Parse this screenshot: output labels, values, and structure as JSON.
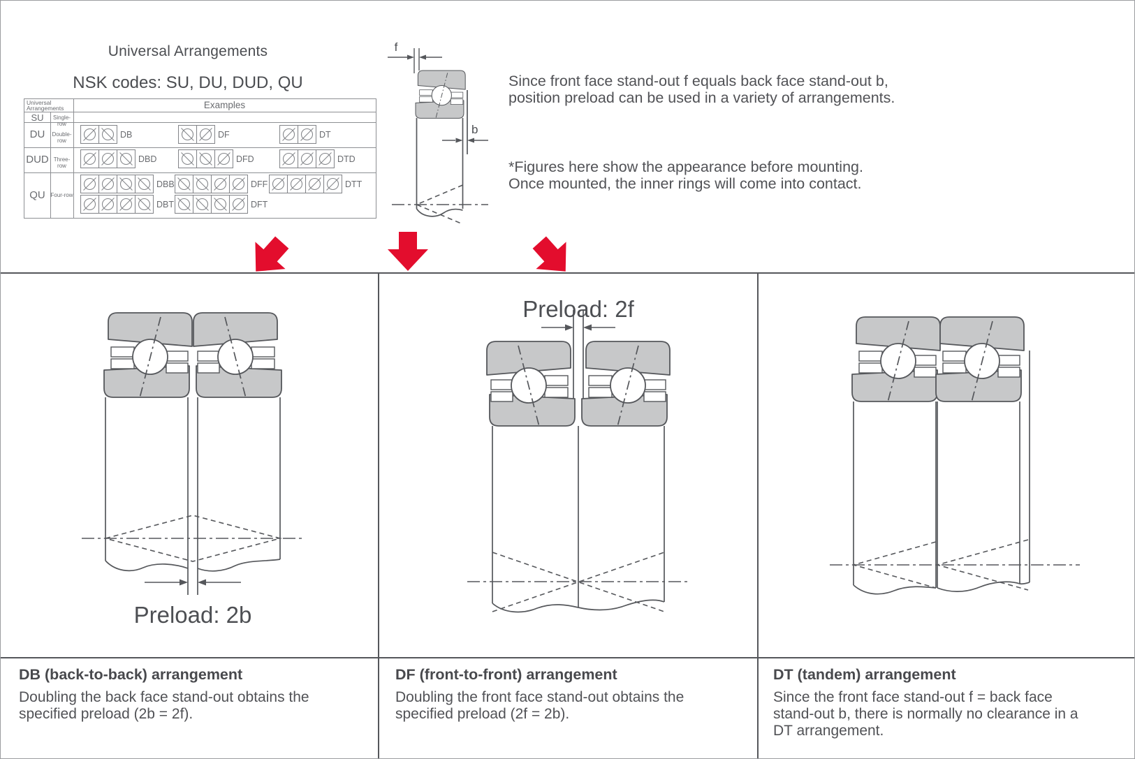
{
  "page": {
    "title": "Universal Arrangements",
    "subtitle": "NSK codes: SU, DU, DUD, QU"
  },
  "arrangement_table": {
    "corner": {
      "line1": "Universal",
      "line2": "Arrangements"
    },
    "examples_header": "Examples",
    "rows": {
      "su": {
        "code": "SU",
        "type": "Single-row"
      },
      "du": {
        "code": "DU",
        "type": "Double-row"
      },
      "dud": {
        "code": "DUD",
        "type": "Three-row"
      },
      "qu": {
        "code": "QU",
        "type": "Four-row"
      }
    },
    "examples": {
      "DB": {
        "label": "DB",
        "cells": [
          "/",
          "\\"
        ]
      },
      "DF": {
        "label": "DF",
        "cells": [
          "\\",
          "/"
        ]
      },
      "DT": {
        "label": "DT",
        "cells": [
          "/",
          "/"
        ]
      },
      "DBD": {
        "label": "DBD",
        "cells": [
          "/",
          "/",
          "\\"
        ]
      },
      "DFD": {
        "label": "DFD",
        "cells": [
          "\\",
          "\\",
          "/"
        ]
      },
      "DTD": {
        "label": "DTD",
        "cells": [
          "/",
          "/",
          "/"
        ]
      },
      "DBB": {
        "label": "DBB",
        "cells": [
          "/",
          "/",
          "\\",
          "\\"
        ]
      },
      "DFF": {
        "label": "DFF",
        "cells": [
          "\\",
          "\\",
          "/",
          "/"
        ]
      },
      "DTT": {
        "label": "DTT",
        "cells": [
          "/",
          "/",
          "/",
          "/"
        ]
      },
      "DBT": {
        "label": "DBT",
        "cells": [
          "/",
          "/",
          "/",
          "\\"
        ]
      },
      "DFT": {
        "label": "DFT",
        "cells": [
          "\\",
          "\\",
          "\\",
          "/"
        ]
      }
    }
  },
  "single_bearing": {
    "front_standout_label": "f",
    "back_standout_label": "b"
  },
  "intro": {
    "line1": "Since front face stand-out f equals back face stand-out b,",
    "line2": "position preload can be used in a variety of arrangements."
  },
  "note": {
    "line1": "*Figures here show the appearance before mounting.",
    "line2": "Once mounted, the inner rings will come into contact."
  },
  "panels": {
    "db": {
      "preload_label": "Preload: 2b",
      "caption_title": "DB (back-to-back) arrangement",
      "caption_body": "Doubling the back face stand-out obtains the specified preload (2b = 2f)."
    },
    "df": {
      "preload_label": "Preload: 2f",
      "caption_title": "DF (front-to-front) arrangement",
      "caption_body": "Doubling the front face stand-out obtains the specified preload (2f = 2b)."
    },
    "dt": {
      "caption_title": "DT (tandem) arrangement",
      "caption_body": "Since the front face stand-out f = back face stand-out b, there is normally no clearance in a DT arrangement."
    }
  },
  "colors": {
    "accent_red": "#e30d2d",
    "bearing_gray": "#c7c8c9",
    "line_gray": "#55575b"
  }
}
